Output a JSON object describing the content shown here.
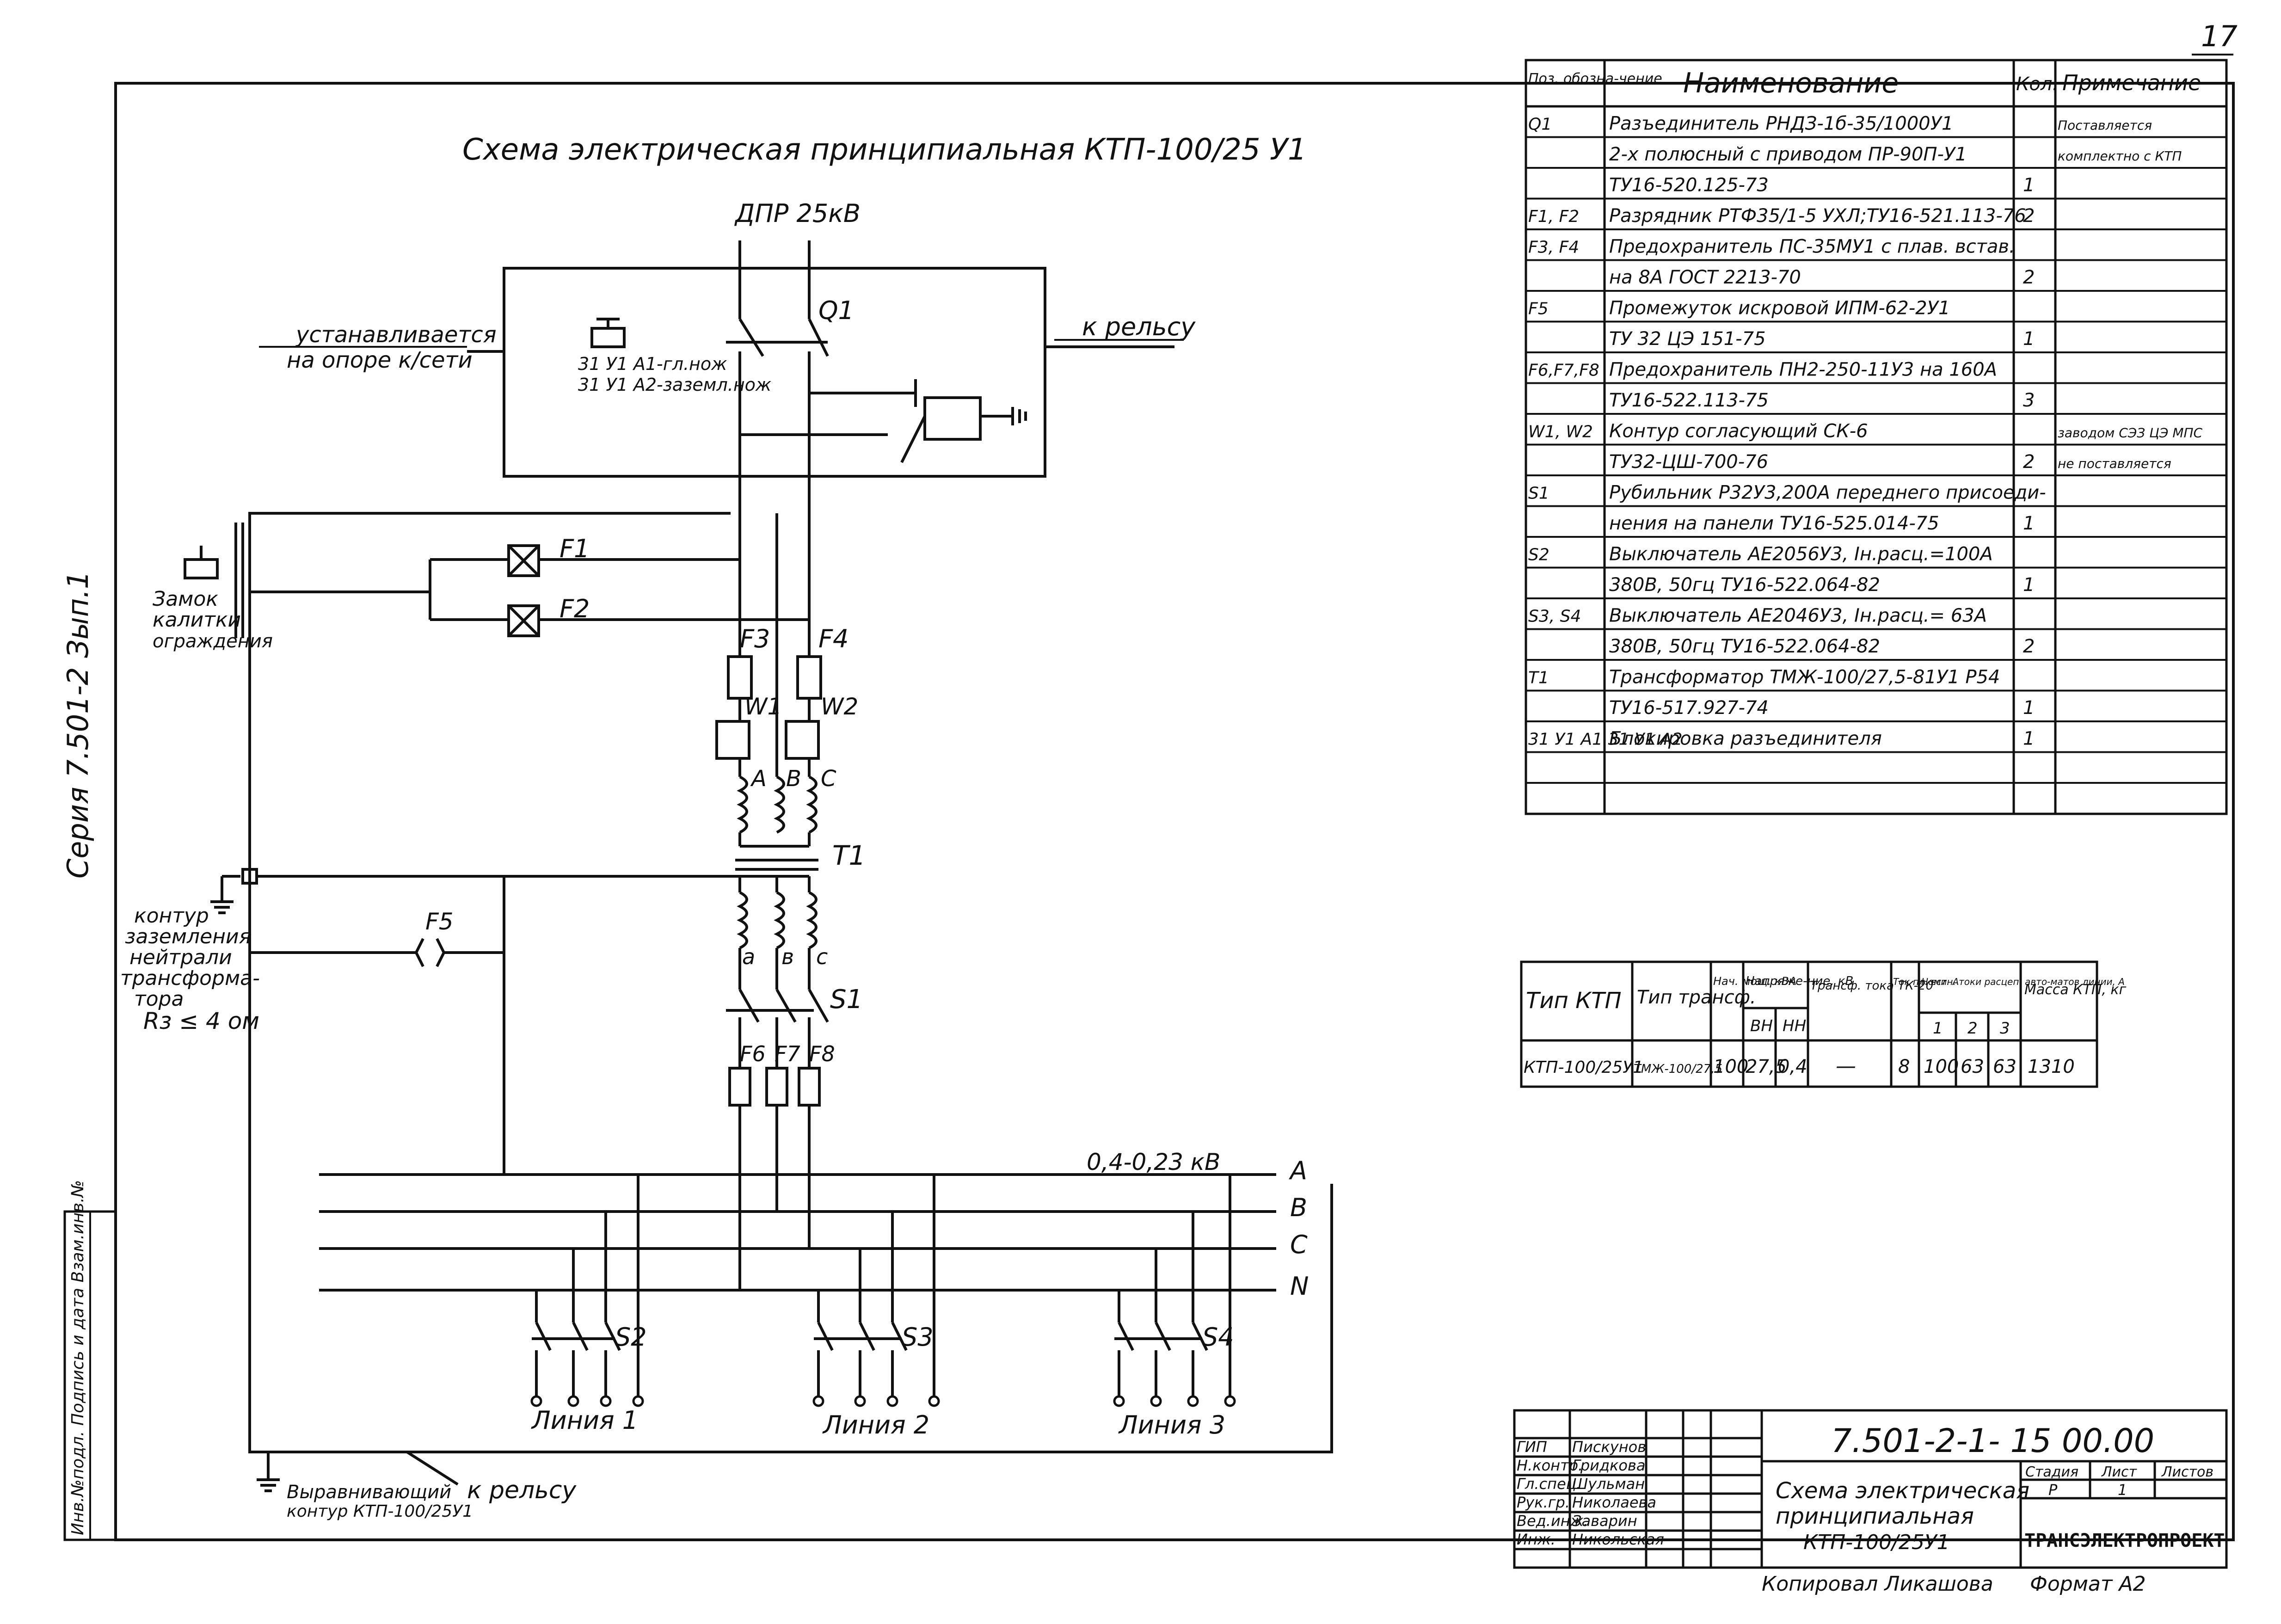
{
  "page_number": "17",
  "series_text": "Серия 7.501-2 Зып.1",
  "scheme_title": "Схема электрическая принципиальная КТП-100/25 У1",
  "labels": {
    "dpr": "ДПР 25кВ",
    "installed_line1": "устанавливается",
    "installed_line2": "на опоре к/сети",
    "to_rail": "к рельсу",
    "q1": "Q1",
    "lock_line1": "31 У1 А1-гл.нож",
    "lock_line2": "31 У1 А2-заземл.нож",
    "gate_lock_1": "Замок",
    "gate_lock_2": "калитки",
    "gate_lock_3": "ограждения",
    "f1": "F1",
    "f2": "F2",
    "f3": "F3",
    "f4": "F4",
    "f5": "F5",
    "f6": "F6",
    "f7": "F7",
    "f8": "F8",
    "w1": "W1",
    "w2": "W2",
    "pA": "A",
    "pB": "В",
    "pC": "С",
    "sa": "а",
    "sb": "в",
    "sc": "с",
    "t1": "T1",
    "s1": "S1",
    "s2": "S2",
    "s3": "S3",
    "s4": "S4",
    "ground_1": "контур",
    "ground_2": "заземления",
    "ground_3": "нейтрали",
    "ground_4": "трансформа-",
    "ground_5": "тора",
    "ground_6": "Rз ≤ 4 ом",
    "voltage": "0,4-0,23 кВ",
    "busA": "A",
    "busB": "В",
    "busC": "С",
    "busN": "N",
    "line1": "Линия 1",
    "line2": "Линия 2",
    "line3": "Линия 3",
    "equalizing_1": "Выравнивающий",
    "equalizing_2": "контур КТП-100/25У1",
    "to_rail_bottom": "к рельсу"
  },
  "left_stamp": "Инв.№подл. Подпись и дата Взам.инв.№",
  "spec_table": {
    "headers": [
      "Поз. обозна-чение",
      "Наименование",
      "Кол.",
      "Примечание"
    ],
    "rows": [
      [
        "Q1",
        "Разъединитель РНДЗ-1б-35/1000У1",
        "",
        "Поставляется"
      ],
      [
        "",
        "2-х полюсный с приводом ПР-90П-У1",
        "",
        "комплектно с КТП"
      ],
      [
        "",
        "ТУ16-520.125-73",
        "1",
        ""
      ],
      [
        "F1, F2",
        "Разрядник РТФ35/1-5 УХЛ;ТУ16-521.113-76",
        "2",
        ""
      ],
      [
        "F3, F4",
        "Предохранитель ПС-35МУ1 с плав. встав.",
        "",
        ""
      ],
      [
        "",
        "на 8А ГОСТ 2213-70",
        "2",
        ""
      ],
      [
        "F5",
        "Промежуток искровой ИПМ-62-2У1",
        "",
        ""
      ],
      [
        "",
        "ТУ 32 ЦЭ 151-75",
        "1",
        ""
      ],
      [
        "F6,F7,F8",
        "Предохранитель ПН2-250-11У3 на 160А",
        "",
        ""
      ],
      [
        "",
        "ТУ16-522.113-75",
        "3",
        ""
      ],
      [
        "W1, W2",
        "Контур согласующий СК-6",
        "",
        "заводом СЭЗ ЦЭ МПС"
      ],
      [
        "",
        "ТУ32-ЦШ-700-76",
        "2",
        "не поставляется"
      ],
      [
        "S1",
        "Рубильник Р32У3,200А переднего присоеди-",
        "",
        ""
      ],
      [
        "",
        "нения на панели ТУ16-525.014-75",
        "1",
        ""
      ],
      [
        "S2",
        "Выключатель АЕ2056У3, Iн.расц.=100А",
        "",
        ""
      ],
      [
        "",
        "380В, 50гц ТУ16-522.064-82",
        "1",
        ""
      ],
      [
        "S3, S4",
        "Выключатель АЕ2046У3, Iн.расц.= 63А",
        "",
        ""
      ],
      [
        "",
        "380В, 50гц ТУ16-522.064-82",
        "2",
        ""
      ],
      [
        "T1",
        "Трансформатор ТМЖ-100/27,5-81У1 Р54",
        "",
        ""
      ],
      [
        "",
        "ТУ16-517.927-74",
        "1",
        ""
      ],
      [
        "31 У1 А1 31 У1 А2",
        "Блокировка разъединителя",
        "1",
        ""
      ],
      [
        "",
        "",
        "",
        ""
      ],
      [
        "",
        "",
        "",
        ""
      ]
    ]
  },
  "data_table": {
    "h_type": "Тип КТП",
    "h_trans": "Тип трансф.",
    "h_power": "Нач. мощ. кВА",
    "h_voltage": "Напряже-ние, кВ",
    "h_vn": "ВН",
    "h_nn": "НН",
    "h_ct": "Трансф. тока ТК-20",
    "h_cur": "Ток пл. вст. А",
    "h_nom": "Номин. токи расцеп. авто-матов линии, А",
    "h_n1": "1",
    "h_n2": "2",
    "h_n3": "3",
    "h_mass": "Масса КТП, кг",
    "row": {
      "type": "КТП-100/25У1",
      "trans": "ТМЖ-100/27,5",
      "power": "100",
      "vn": "27,5",
      "nn": "0,4",
      "ct": "—",
      "cur": "8",
      "n1": "100",
      "n2": "63",
      "n3": "63",
      "mass": "1310"
    }
  },
  "title_block": {
    "doc_number": "7.501-2-1- 15 00.00",
    "people": [
      [
        "ГИП",
        "Пискунов"
      ],
      [
        "Н.контр.",
        "Гридкова"
      ],
      [
        "Гл.спец.",
        "Шульман"
      ],
      [
        "Рук.гр.",
        "Николаева"
      ],
      [
        "Вед.инж.",
        "Заварин"
      ],
      [
        "Инж.",
        "Никольская"
      ]
    ],
    "title_1": "Схема электрическая",
    "title_2": "принципиальная",
    "title_3": "КТП-100/25У1",
    "stage_h": "Стадия",
    "sheet_h": "Лист",
    "sheets_h": "Листов",
    "stage": "Р",
    "sheet": "1",
    "sheets": "",
    "org": "ТРАНСЭЛЕКТРОПРОЕКТ"
  },
  "copied_by": "Копировал Ликашова",
  "format": "Формат А2"
}
